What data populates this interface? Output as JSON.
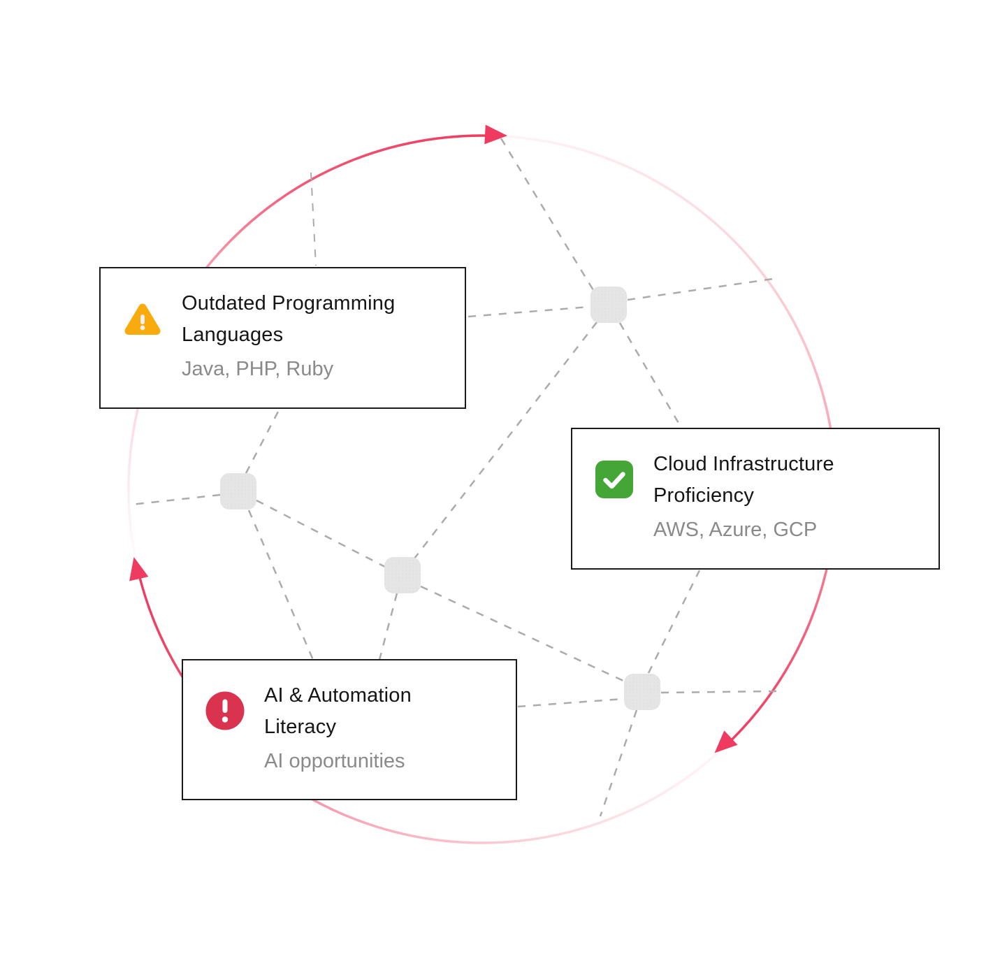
{
  "page": {
    "background": "#FFFFFF"
  },
  "colors": {
    "accent_pink": "#EE3B5F",
    "warning_amber": "#F9AA0D",
    "success_green": "#44A636",
    "alert_red": "#D93350",
    "node_gray": "#E4E4E4",
    "edge_gray": "#ABABAB",
    "card_border": "#1A1A1A",
    "title_text": "#151515",
    "subtitle_text": "#8A8A8A"
  },
  "cards": [
    {
      "title": "Outdated Programming Languages",
      "subtitle": "Java, PHP, Ruby",
      "icon": "warning-triangle-icon"
    },
    {
      "title": "Cloud Infrastructure Proficiency",
      "subtitle": "AWS, Azure, GCP",
      "icon": "check-square-icon"
    },
    {
      "title": "AI & Automation Literacy",
      "subtitle": "AI opportunities",
      "icon": "alert-circle-icon"
    }
  ]
}
